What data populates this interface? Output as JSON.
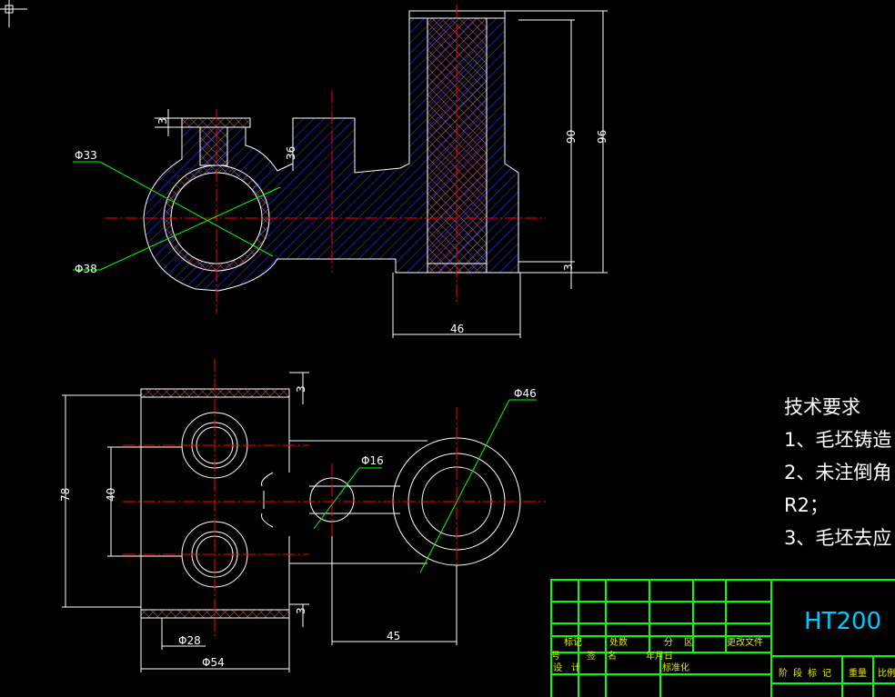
{
  "dimensions": {
    "d33": "Φ33",
    "d38": "Φ38",
    "h3_top": "3",
    "h36": "36",
    "h90": "90",
    "h96": "96",
    "h3_right": "3",
    "w46": "46",
    "d46": "Φ46",
    "d16": "Φ16",
    "h78": "78",
    "h40": "40",
    "h3_plan_top": "3",
    "h3_plan_bottom": "3",
    "d28": "Φ28",
    "d54": "Φ54",
    "w45": "45"
  },
  "technical_requirements": {
    "title": "技术要求",
    "items": [
      "1、毛坯铸造",
      "2、未注倒角",
      "R2；",
      "3、毛坯去应"
    ]
  },
  "title_block": {
    "material": "HT200",
    "cells": [
      "标记",
      "处数",
      "分",
      "区",
      "更改文件",
      "号",
      "签",
      "名",
      "年月日",
      "设",
      "计",
      "标准化",
      "阶",
      "段",
      "标",
      "记",
      "重量",
      "比例"
    ]
  },
  "colors": {
    "background": "#000000",
    "outline": "#ffffff",
    "centerline": "#ff0000",
    "hatch": "#3030ff",
    "cross_hatch": "#c06060",
    "leader": "#00ff00",
    "title_block": "#00ff00",
    "title_text": "#00c8ff"
  }
}
